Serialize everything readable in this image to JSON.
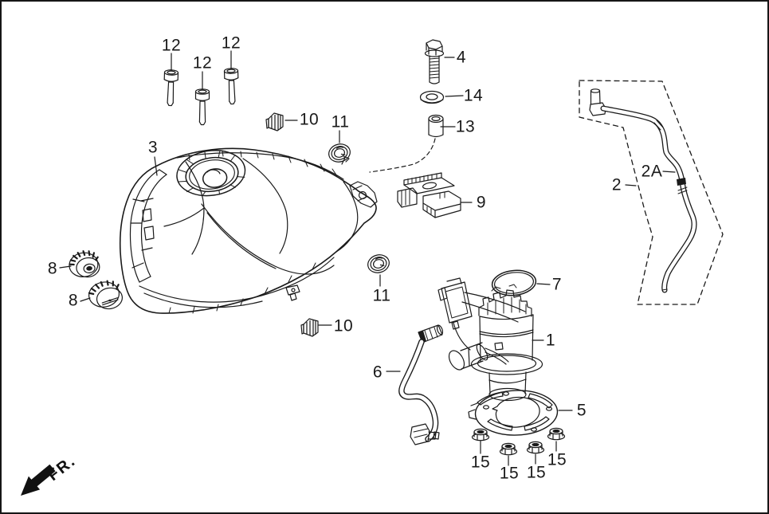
{
  "diagram_type": "exploded-parts-diagram",
  "subject": "motorcycle fuel tank assembly",
  "colors": {
    "line": "#1a1a1a",
    "background": "#ffffff"
  },
  "direction": {
    "label": "FR."
  },
  "callouts": [
    {
      "part": "collar-bolt-left",
      "text": "12"
    },
    {
      "part": "collar-bolt-middle",
      "text": "12"
    },
    {
      "part": "collar-bolt-right",
      "text": "12"
    },
    {
      "part": "clip-upper",
      "text": "10"
    },
    {
      "part": "grommet-upper",
      "text": "11"
    },
    {
      "part": "flange-bolt",
      "text": "4"
    },
    {
      "part": "washer",
      "text": "14"
    },
    {
      "part": "collar-spacer",
      "text": "13"
    },
    {
      "part": "bracket",
      "text": "9"
    },
    {
      "part": "fuel-tank",
      "text": "3"
    },
    {
      "part": "fuel-hose-section",
      "text": "2A"
    },
    {
      "part": "fuel-hose",
      "text": "2"
    },
    {
      "part": "o-ring",
      "text": "7"
    },
    {
      "part": "fuel-pump",
      "text": "1"
    },
    {
      "part": "cushion-upper",
      "text": "8"
    },
    {
      "part": "cushion-lower",
      "text": "8"
    },
    {
      "part": "clip-lower",
      "text": "10"
    },
    {
      "part": "grommet-lower",
      "text": "11"
    },
    {
      "part": "drain-hose",
      "text": "6"
    },
    {
      "part": "pump-mount-plate",
      "text": "5"
    },
    {
      "part": "flange-nut-1",
      "text": "15"
    },
    {
      "part": "flange-nut-2",
      "text": "15"
    },
    {
      "part": "flange-nut-3",
      "text": "15"
    },
    {
      "part": "flange-nut-4",
      "text": "15"
    }
  ]
}
